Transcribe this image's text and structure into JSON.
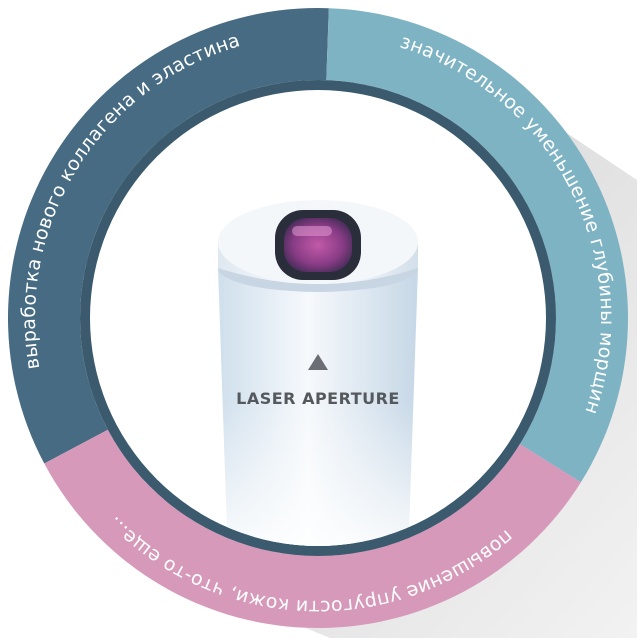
{
  "segments": [
    {
      "id": "collagen",
      "text": "выработка нового коллагена и эластина",
      "color": "#466b82"
    },
    {
      "id": "wrinkles",
      "text": "значительное уменьшение глубины морщин",
      "color": "#7eb3c4"
    },
    {
      "id": "elasticity",
      "text": "повышение упругости кожи, что-то еще...",
      "color": "#d699ba"
    }
  ],
  "device": {
    "label": "LASER APERTURE"
  },
  "colors": {
    "shadow": "#d6d6d6",
    "inner_band": "#3b5a6e",
    "inner_white": "#ffffff",
    "lens_outer": "#2a2d3a",
    "lens_inner": "#9a3f8c"
  }
}
